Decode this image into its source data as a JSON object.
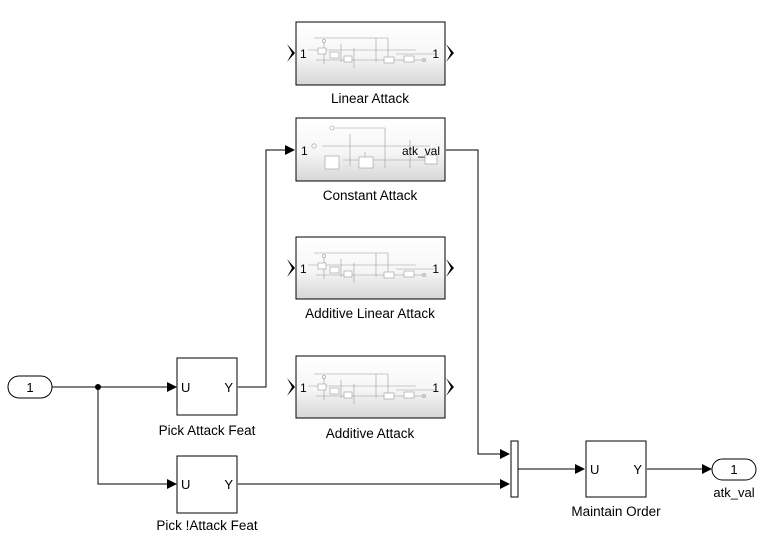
{
  "blocks": {
    "linear_attack": {
      "label": "Linear Attack",
      "in_port": "1",
      "out_port": "1"
    },
    "constant_attack": {
      "label": "Constant Attack",
      "in_port": "1",
      "out_port": "atk_val"
    },
    "additive_linear_attack": {
      "label": "Additive Linear Attack",
      "in_port": "1",
      "out_port": "1"
    },
    "additive_attack": {
      "label": "Additive Attack",
      "in_port": "1",
      "out_port": "1"
    },
    "pick_attack_feat": {
      "label": "Pick Attack Feat",
      "in_port": "U",
      "out_port": "Y"
    },
    "pick_not_attack_feat": {
      "label": "Pick !Attack Feat",
      "in_port": "U",
      "out_port": "Y"
    },
    "maintain_order": {
      "label": "Maintain Order",
      "in_port": "U",
      "out_port": "Y"
    },
    "inport": {
      "value": "1"
    },
    "outport": {
      "value": "1",
      "label": "atk_val"
    }
  }
}
